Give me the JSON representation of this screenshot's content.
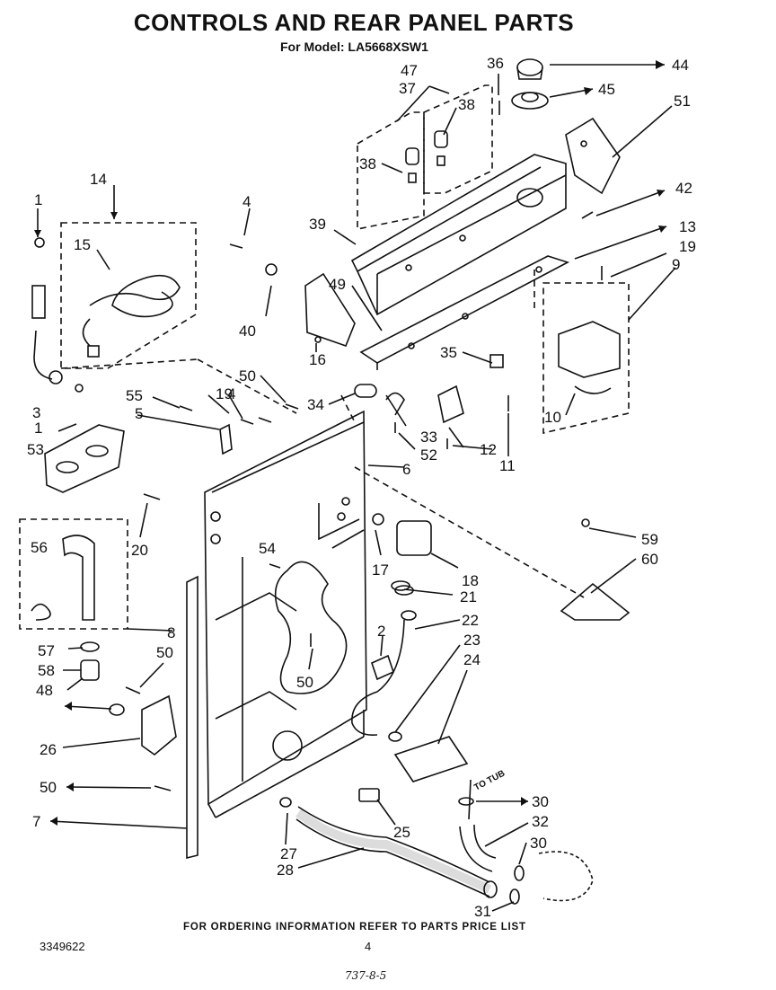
{
  "title": "CONTROLS AND REAR PANEL PARTS",
  "subtitle": "For Model: LA5668XSW1",
  "footer_note": "FOR ORDERING INFORMATION REFER TO PARTS PRICE LIST",
  "doc_number": "3349622",
  "page_number": "4",
  "handwritten_code": "737-8-5",
  "diagram_annotation": "TO TUB",
  "part_numbers": [
    "1",
    "2",
    "3",
    "4",
    "5",
    "6",
    "7",
    "8",
    "9",
    "10",
    "11",
    "12",
    "13",
    "14",
    "15",
    "16",
    "17",
    "18",
    "19",
    "20",
    "21",
    "22",
    "23",
    "24",
    "25",
    "26",
    "27",
    "28",
    "30",
    "31",
    "32",
    "33",
    "34",
    "35",
    "36",
    "37",
    "38",
    "39",
    "40",
    "42",
    "44",
    "45",
    "47",
    "48",
    "49",
    "50",
    "51",
    "52",
    "53",
    "54",
    "55",
    "56",
    "57",
    "58",
    "59",
    "60"
  ]
}
